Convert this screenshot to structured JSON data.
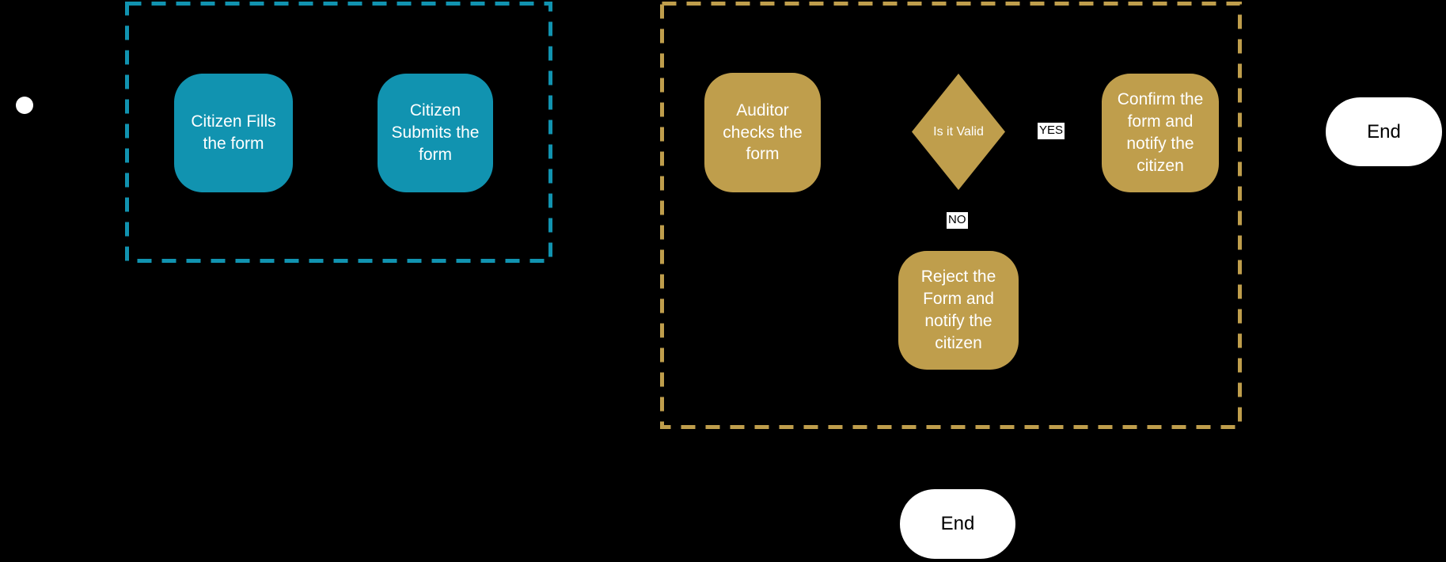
{
  "colors": {
    "background": "#000000",
    "citizen_lane": "#1193b0",
    "auditor_lane": "#bf9e4c",
    "node_text": "#ffffff",
    "terminator_fill": "#ffffff",
    "terminator_text": "#000000",
    "edge_label_bg": "#ffffff",
    "edge_label_text": "#000000"
  },
  "flowchart": {
    "nodes": {
      "fill_form": "Citizen Fills the form",
      "submit_form": "Citizen Submits the form",
      "auditor_checks": "Auditor checks the form",
      "is_valid": "Is it Valid",
      "confirm": "Confirm the form and notify the citizen",
      "reject": "Reject the Form and notify the citizen",
      "end_right": "End",
      "end_bottom": "End"
    },
    "edge_labels": {
      "yes": "YES",
      "no": "NO"
    }
  }
}
